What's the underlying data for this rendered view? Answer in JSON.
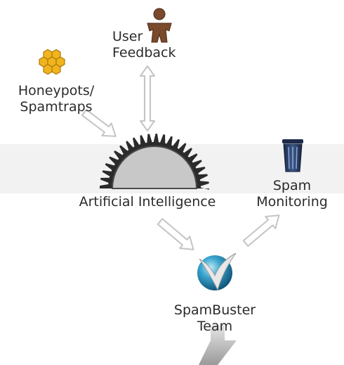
{
  "nodes": {
    "user_feedback": {
      "line1": "User",
      "line2": "Feedback",
      "icon": "person-icon"
    },
    "honeypots": {
      "line1": "Honeypots/",
      "line2": "Spamtraps",
      "icon": "honeycomb-icon"
    },
    "ai": {
      "label": "Artificial Intelligence",
      "icon": "gear-icon"
    },
    "spam_monitoring": {
      "line1": "Spam",
      "line2": "Monitoring",
      "icon": "trash-can-icon"
    },
    "spambuster": {
      "line1": "SpamBuster",
      "line2": "Team",
      "icon": "globe-logo-icon"
    }
  },
  "colors": {
    "arrow_fill": "#ffffff",
    "arrow_stroke": "#c4c4c4",
    "big_arrow": "#a9a9a9",
    "gear": "#2b2b2b",
    "gear_core": "#c8c8c8",
    "honeycomb": "#f0b41e",
    "person": "#7a4a2c",
    "globe": "#2a8fb8"
  }
}
